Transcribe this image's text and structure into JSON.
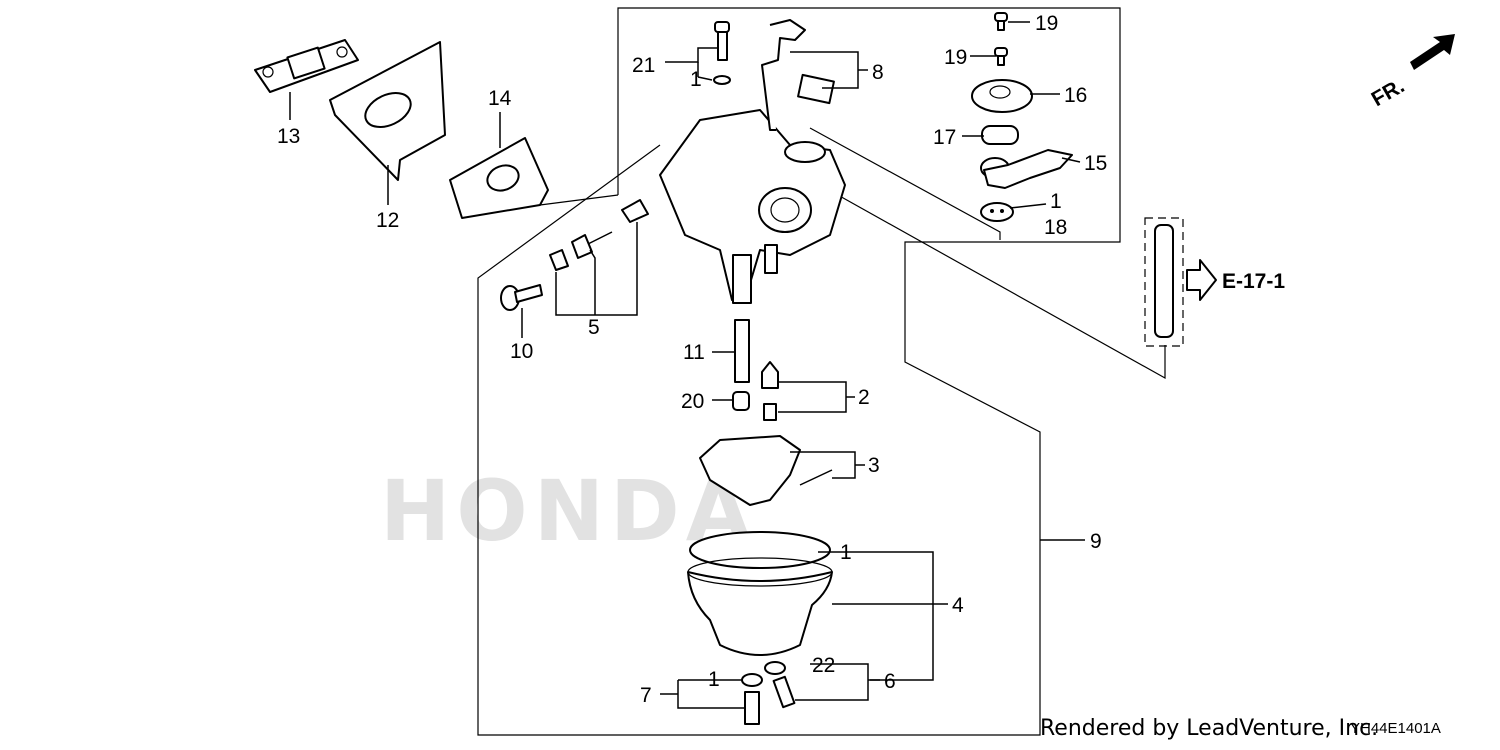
{
  "watermark": "HONDA",
  "credit": "Rendered by LeadVenture, Inc.",
  "code": "YH44E1401A",
  "fr_label": "FR.",
  "ref_label": "E-17-1",
  "callouts": {
    "c1a": "1",
    "c1b": "1",
    "c1c": "1",
    "c1d": "1",
    "c2": "2",
    "c3": "3",
    "c4": "4",
    "c5": "5",
    "c6": "6",
    "c7": "7",
    "c8": "8",
    "c9": "9",
    "c10": "10",
    "c11": "11",
    "c12": "12",
    "c13": "13",
    "c14": "14",
    "c15": "15",
    "c16": "16",
    "c17": "17",
    "c18": "18",
    "c19a": "19",
    "c19b": "19",
    "c20": "20",
    "c21": "21",
    "c22": "22"
  }
}
